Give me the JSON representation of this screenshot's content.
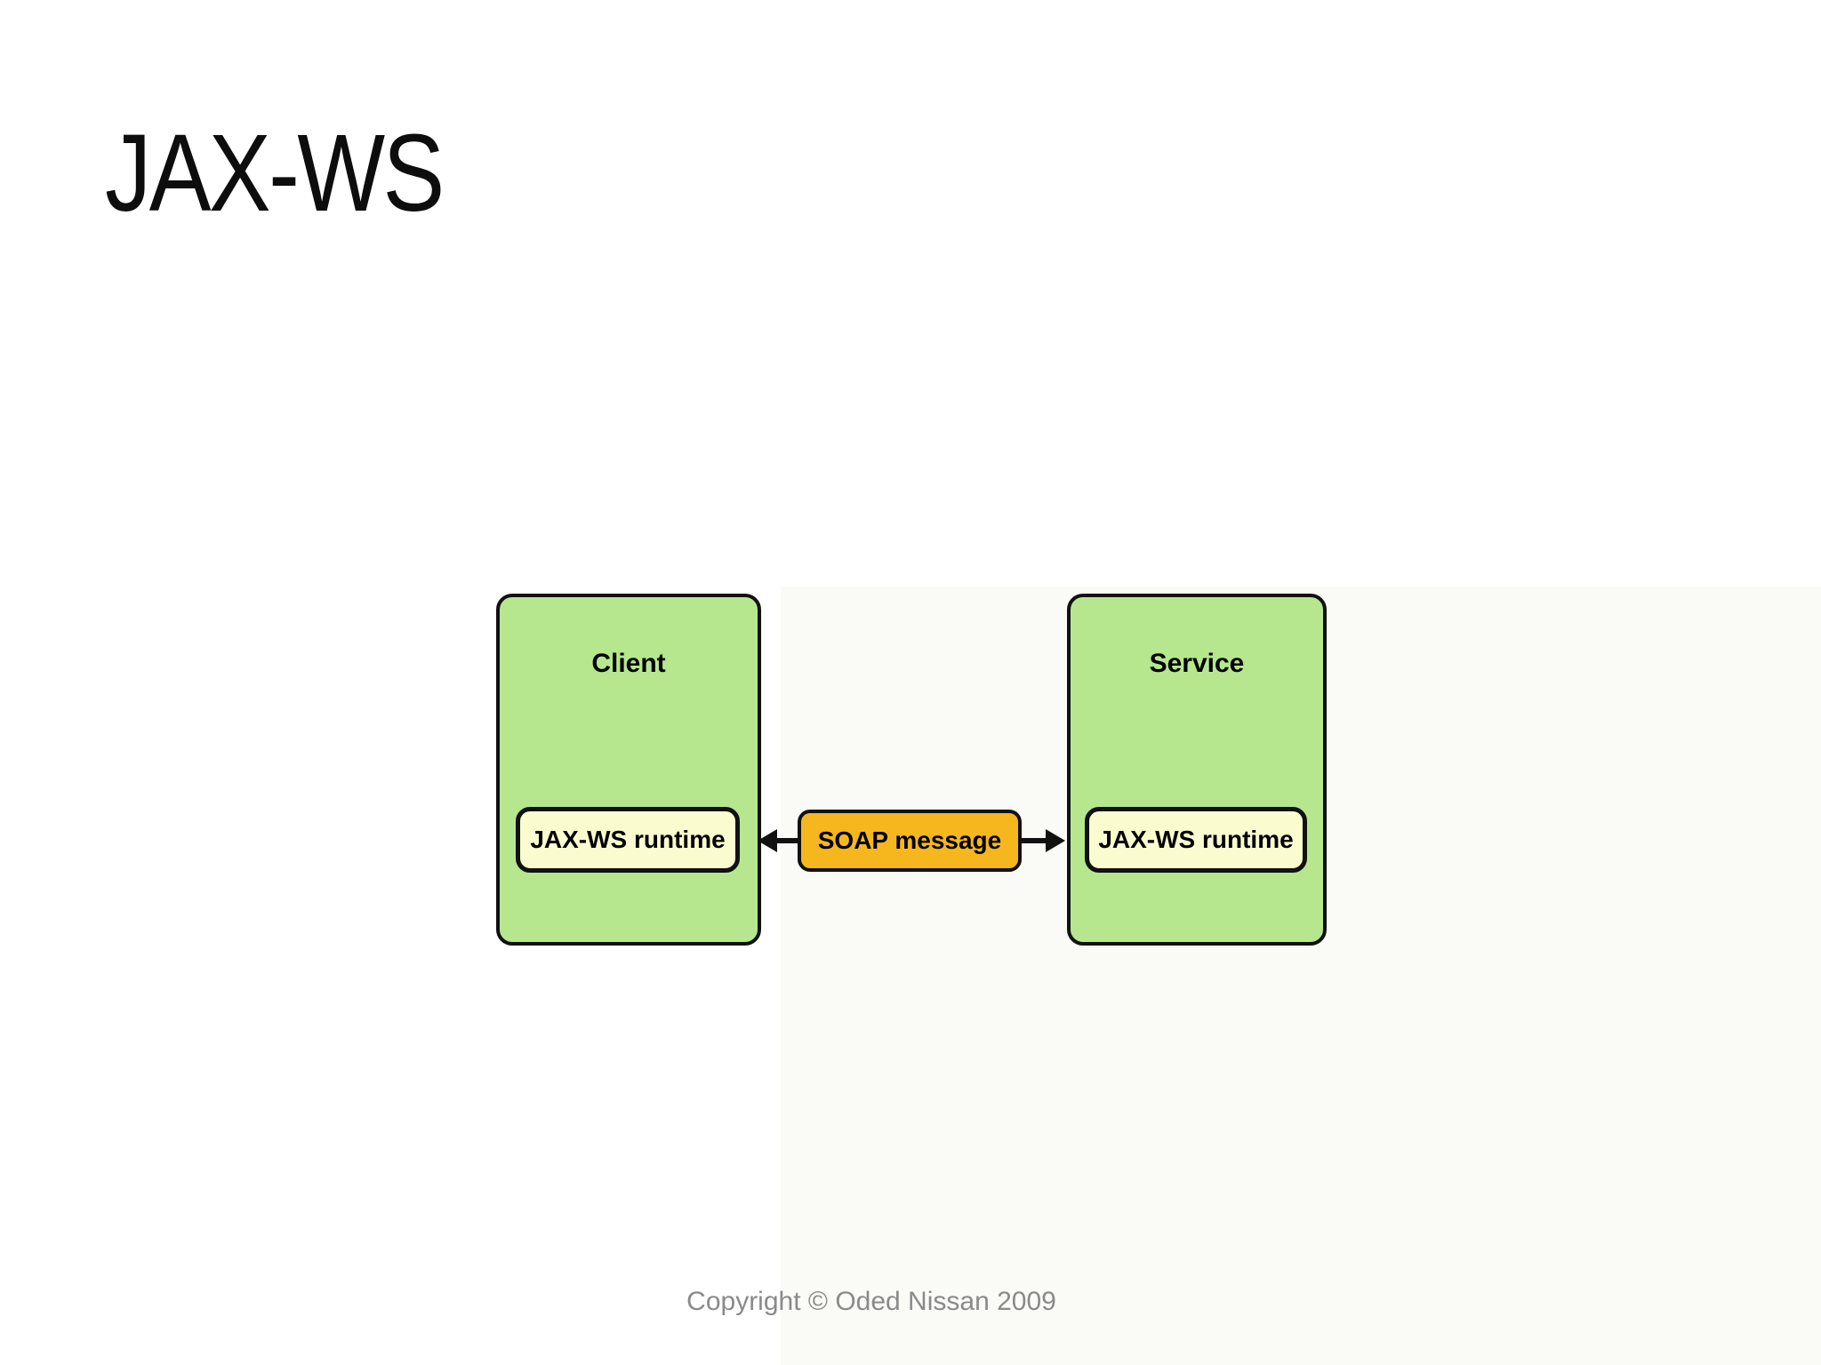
{
  "slide": {
    "title": "JAX-WS",
    "footer": "Copyright © Oded Nissan 2009"
  },
  "diagram": {
    "client_box": {
      "title": "Client",
      "runtime_label": "JAX-WS runtime"
    },
    "service_box": {
      "title": "Service",
      "runtime_label": "JAX-WS runtime"
    },
    "soap_box": {
      "label": "SOAP message"
    },
    "arrows": {
      "left": "arrowhead-left-icon",
      "right": "arrowhead-right-icon"
    },
    "colors": {
      "container_fill": "#b6e78e",
      "runtime_fill": "#fbfbd0",
      "soap_fill": "#f5b71d",
      "outline": "#111111",
      "footer_text": "#8a8a8a"
    }
  }
}
